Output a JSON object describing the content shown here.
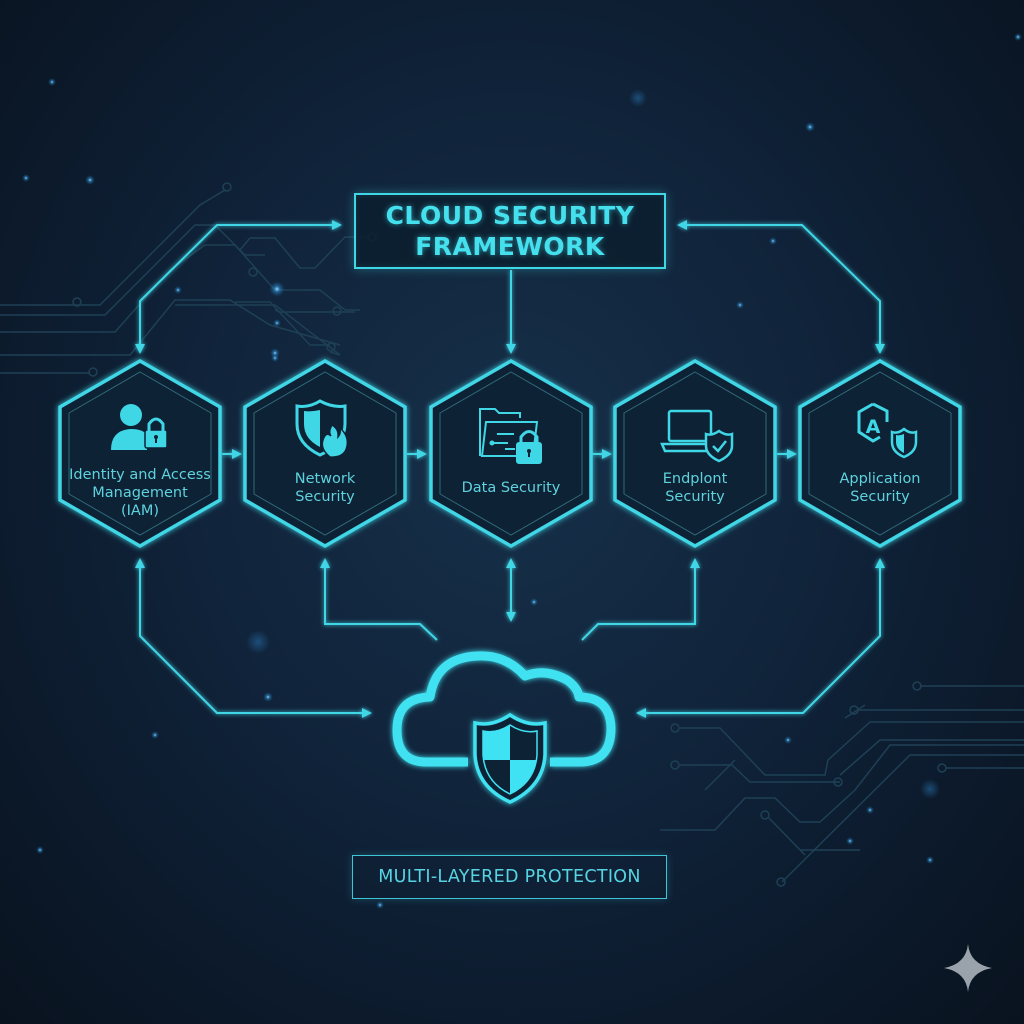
{
  "header": {
    "title_line1": "CLOUD SECURITY",
    "title_line2": "FRAMEWORK"
  },
  "nodes": [
    {
      "id": "iam",
      "icon": "user-lock-icon",
      "label_lines": [
        "Identity and Access",
        "Management",
        "(IAM)"
      ]
    },
    {
      "id": "network",
      "icon": "shield-fire-icon",
      "label_lines": [
        "Network",
        "Security"
      ]
    },
    {
      "id": "data",
      "icon": "folder-lock-icon",
      "label_lines": [
        "Data Security"
      ]
    },
    {
      "id": "endpoint",
      "icon": "laptop-shield-icon",
      "label_lines": [
        "Endplont",
        "Security"
      ]
    },
    {
      "id": "application",
      "icon": "app-shield-icon",
      "label_lines": [
        "Application",
        "Security"
      ]
    }
  ],
  "center": {
    "icon": "cloud-shield-icon"
  },
  "footer": {
    "label": "MULTI-LAYERED PROTECTION"
  },
  "watermark": {
    "icon": "sparkle-icon"
  },
  "colors": {
    "accent": "#3fd6e6",
    "accent_bright": "#45e0ee",
    "text": "#5fd2de",
    "background": "#10233a",
    "circuit": "#1f4257"
  }
}
